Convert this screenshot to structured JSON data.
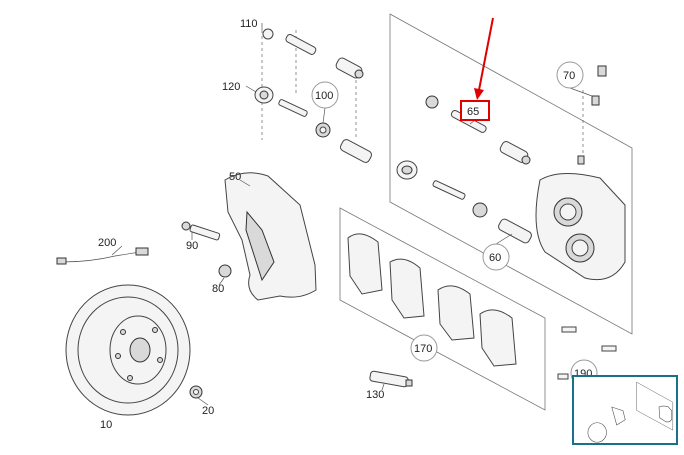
{
  "labels": {
    "p110": "110",
    "p120": "120",
    "p100": "100",
    "p70": "70",
    "p65": "65",
    "p50": "50",
    "p90": "90",
    "p200": "200",
    "p80": "80",
    "p60": "60",
    "p170": "170",
    "p130": "130",
    "p190": "190",
    "p20": "20",
    "p10": "10"
  },
  "highlight": {
    "part": "65",
    "color": "#e00000"
  },
  "thumbnail": {
    "border_color": "#1a6f8a"
  }
}
